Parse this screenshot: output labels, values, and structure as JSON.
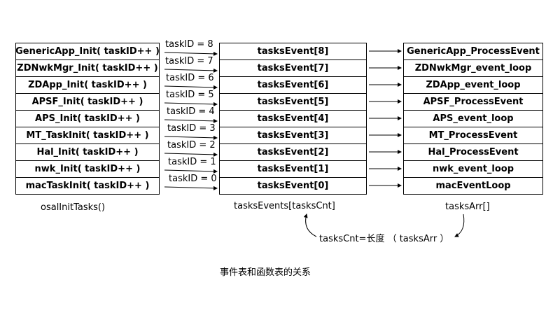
{
  "init_functions": [
    "GenericApp_Init( taskID++ )",
    "ZDNwkMgr_Init( taskID++ )",
    "ZDApp_Init( taskID++ )",
    "APSF_Init( taskID++ )",
    "APS_Init( taskID++ )",
    "MT_TaskInit( taskID++ )",
    "Hal_Init( taskID++ )",
    "nwk_Init( taskID++ )",
    "macTaskInit( taskID++ )"
  ],
  "task_ids": [
    "taskID = 8",
    "taskID = 7",
    "taskID = 6",
    "taskID = 5",
    "taskID = 4",
    "taskID = 3",
    "taskID = 2",
    "taskID = 1",
    "taskID = 0"
  ],
  "task_events": [
    "tasksEvent[8]",
    "tasksEvent[7]",
    "tasksEvent[6]",
    "tasksEvent[5]",
    "tasksEvent[4]",
    "tasksEvent[3]",
    "tasksEvent[2]",
    "tasksEvent[1]",
    "tasksEvent[0]"
  ],
  "process_functions": [
    "GenericApp_ProcessEvent",
    "ZDNwkMgr_event_loop",
    "ZDApp_event_loop",
    "APSF_ProcessEvent",
    "APS_event_loop",
    "MT_ProcessEvent",
    "Hal_ProcessEvent",
    "nwk_event_loop",
    "macEventLoop"
  ],
  "captions": {
    "init": "osalInitTasks()",
    "events": "tasksEvents[tasksCnt]",
    "process": "tasksArr[]",
    "count": "tasksCnt=长度 （ tasksArr ）",
    "title": "事件表和函数表的关系"
  }
}
